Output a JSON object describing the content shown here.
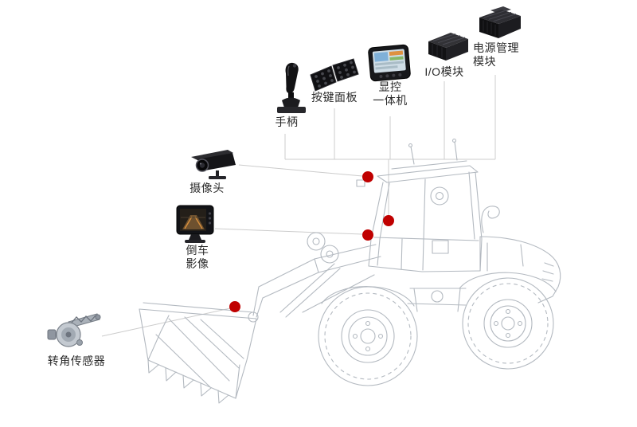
{
  "diagram": {
    "subject": "wheel-loader-electronics-annotated-diagram",
    "colors": {
      "marker": "#c00000",
      "connector": "#cccccc",
      "sketch": "#b3b9c0",
      "label_text": "#2a2a2a",
      "background": "#ffffff"
    },
    "components": [
      {
        "icon": "joystick-icon",
        "label_lines": [
          "手柄"
        ]
      },
      {
        "icon": "keypad-icon",
        "label_lines": [
          "按键面板"
        ]
      },
      {
        "icon": "display-terminal-icon",
        "label_lines": [
          "显控",
          "一体机"
        ]
      },
      {
        "icon": "io-module-icon",
        "label_lines": [
          "I/O模块"
        ]
      },
      {
        "icon": "power-module-icon",
        "label_lines": [
          "电源管理",
          "模块"
        ]
      },
      {
        "icon": "camera-icon",
        "label_lines": [
          "摄像头"
        ]
      },
      {
        "icon": "rear-view-monitor-icon",
        "label_lines": [
          "倒车",
          "影像"
        ]
      },
      {
        "icon": "angle-sensor-icon",
        "label_lines": [
          "转角传感器"
        ]
      }
    ]
  }
}
